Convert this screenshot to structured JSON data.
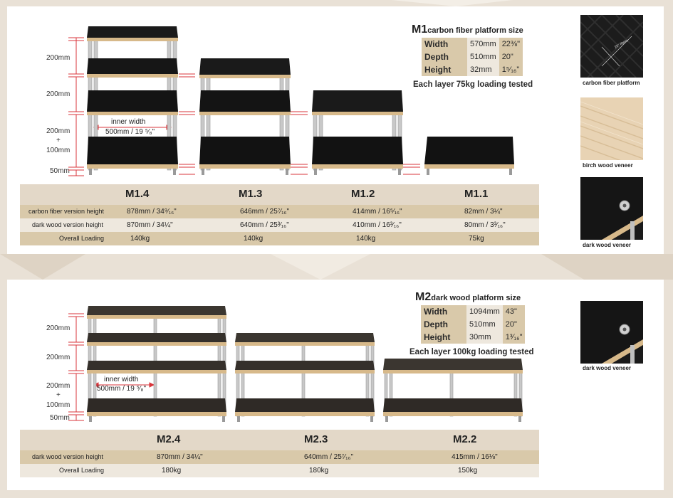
{
  "colors": {
    "accent_red": "#d9353b",
    "tan": "#d9c9aa",
    "beige": "#eee8de",
    "wood_edge": "#d7b98a",
    "panel_black": "#141414"
  },
  "m1": {
    "dims": {
      "d1": "200mm",
      "d2": "200mm",
      "d3a": "200mm",
      "d3plus": "+",
      "d3b": "100mm",
      "d4": "50mm"
    },
    "inner_width": {
      "label": "inner width",
      "value": "500mm / 19 ⁵⁄₈\""
    },
    "spec": {
      "code": "M1",
      "title": "carbon fiber platform size",
      "rows": [
        {
          "key": "Width",
          "v1": "570mm",
          "v2": "22⅜\""
        },
        {
          "key": "Depth",
          "v1": "510mm",
          "v2": "20\""
        },
        {
          "key": "Height",
          "v1": "32mm",
          "v2": "1⁵⁄₁₆\""
        }
      ],
      "note": "Each layer 75kg loading tested"
    },
    "table": {
      "models": [
        "M1.4",
        "M1.3",
        "M1.2",
        "M1.1"
      ],
      "row_labels": [
        "carbon fiber version height",
        "dark wood version height",
        "Overall Loading"
      ],
      "carbon": [
        "878mm  /  34⁹⁄₁₆\"",
        "646mm  /  25⁷⁄₁₆\"",
        "414mm  /  16⁵⁄₁₆\"",
        "82mm   /  3¼\""
      ],
      "dark": [
        "870mm  /  34¼\"",
        "640mm  /  25³⁄₁₆\"",
        "410mm  /  16³⁄₁₆\"",
        "80mm   /  3³⁄₁₆\""
      ],
      "loading": [
        "140kg",
        "140kg",
        "140kg",
        "75kg"
      ]
    },
    "swatches": [
      "carbon fiber platform",
      "birch wood veneer",
      "dark wood veneer"
    ],
    "carbon_texture_text": "20° fibers"
  },
  "m2": {
    "dims": {
      "d1": "200mm",
      "d2": "200mm",
      "d3a": "200mm",
      "d3plus": "+",
      "d3b": "100mm",
      "d4": "50mm"
    },
    "inner_width": {
      "label": "inner width",
      "value": "500mm / 19 ⁵⁄₈\""
    },
    "spec": {
      "code": "M2",
      "title": "dark wood platform size",
      "rows": [
        {
          "key": "Width",
          "v1": "1094mm",
          "v2": "43\""
        },
        {
          "key": "Depth",
          "v1": "510mm",
          "v2": "20\""
        },
        {
          "key": "Height",
          "v1": "30mm",
          "v2": "1³⁄₁₆\""
        }
      ],
      "note": "Each layer 100kg loading tested"
    },
    "table": {
      "models": [
        "M2.4",
        "M2.3",
        "M2.2"
      ],
      "row_labels": [
        "dark wood version height",
        "Overall Loading"
      ],
      "dark": [
        "870mm   /  34¼\"",
        "640mm   /  25⁷⁄₁₆\"",
        "415mm   /  16⅛\""
      ],
      "loading": [
        "180kg",
        "180kg",
        "150kg"
      ]
    },
    "swatches": [
      "dark wood veneer"
    ]
  }
}
